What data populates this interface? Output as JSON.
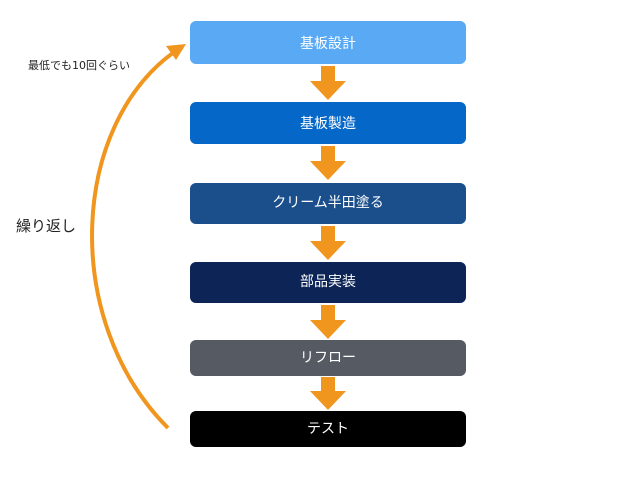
{
  "steps": [
    {
      "label": "基板設計",
      "color": "#5aa9f5"
    },
    {
      "label": "基板製造",
      "color": "#0567c8"
    },
    {
      "label": "クリーム半田塗る",
      "color": "#1a4f8c"
    },
    {
      "label": "部品実装",
      "color": "#0c2456"
    },
    {
      "label": "リフロー",
      "color": "#555a63"
    },
    {
      "label": "テスト",
      "color": "#000000"
    }
  ],
  "loop": {
    "label": "繰り返し",
    "note": "最低でも10回ぐらい",
    "color": "#f0961e"
  },
  "arrow_color": "#f0961e"
}
